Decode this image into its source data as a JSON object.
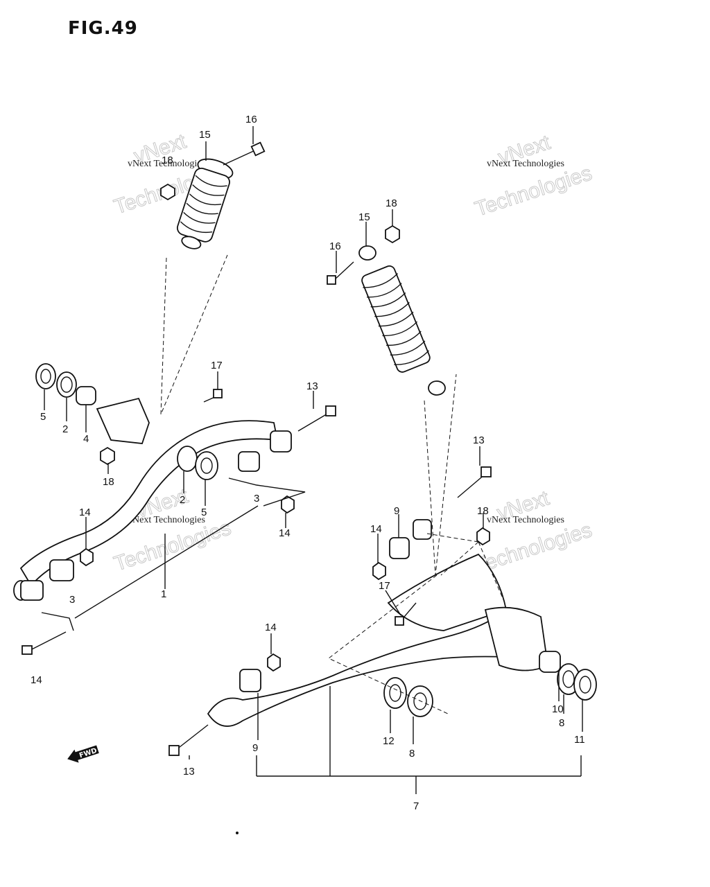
{
  "figure_title": "FIG.49",
  "watermark": {
    "line1": "vNext Technologies",
    "line2": "vNext",
    "line3": "Technologies"
  },
  "callouts": {
    "c16_top": "16",
    "c15_top": "15",
    "c18_top": "18",
    "c18_mid": "18",
    "c15_mid": "15",
    "c16_mid": "16",
    "c17_left": "17",
    "c13_left": "13",
    "c5_a": "5",
    "c2_a": "2",
    "c4": "4",
    "c18_left": "18",
    "c2_b": "2",
    "c5_b": "5",
    "c3_a": "3",
    "c14_a": "14",
    "c14_b": "14",
    "c3_b": "3",
    "c1": "1",
    "c14_c": "14",
    "c13_right": "13",
    "c9_a": "9",
    "c14_d": "14",
    "c18_right": "18",
    "c17_right": "17",
    "c14_e": "14",
    "c9_b": "9",
    "c13_bottom": "13",
    "c12": "12",
    "c8_a": "8",
    "c10": "10",
    "c8_b": "8",
    "c11": "11",
    "c7": "7"
  },
  "fwd_label": "FWD"
}
